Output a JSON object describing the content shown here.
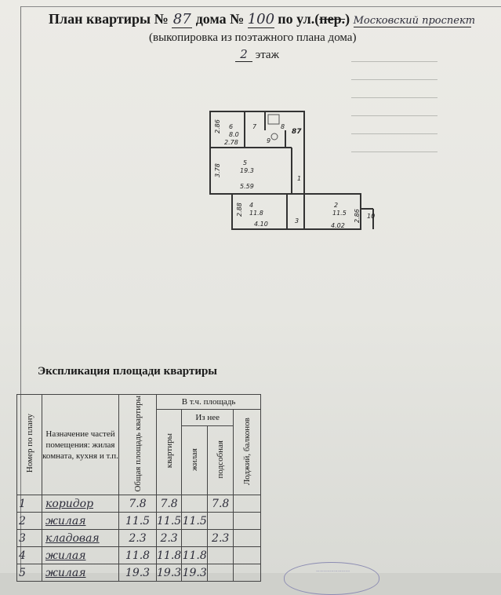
{
  "header": {
    "title_prefix": "План квартиры №",
    "apartment_number": "87",
    "house_label": "дома №",
    "house_number": "100",
    "street_label": "по ул.(",
    "struck_text": "пер.",
    "street_close": ")",
    "street_name": "Московский проспект",
    "subtitle": "(выкопировка из поэтажного плана дома)",
    "floor_number": "2",
    "floor_label": "этаж"
  },
  "plan": {
    "rooms": [
      {
        "num": "6",
        "area": "8.0",
        "dim": "2.78",
        "side": "2.86"
      },
      {
        "num": "7",
        "area": "",
        "dim": "",
        "side": ""
      },
      {
        "num": "8",
        "area": "",
        "dim": "",
        "side": ""
      },
      {
        "num": "9",
        "area": "",
        "dim": "",
        "side": ""
      },
      {
        "num": "5",
        "area": "19.3",
        "dim": "5.59",
        "side": "3.78"
      },
      {
        "num": "1",
        "area": "",
        "dim": "",
        "side": ""
      },
      {
        "num": "4",
        "area": "11.8",
        "dim": "4.10",
        "side": "2.88"
      },
      {
        "num": "3",
        "area": "",
        "dim": "",
        "side": ""
      },
      {
        "num": "2",
        "area": "11.5",
        "dim": "4.02",
        "side": "2.86"
      },
      {
        "num": "10",
        "area": "",
        "dim": "",
        "side": ""
      }
    ],
    "apt_mark": "87"
  },
  "explication": {
    "title": "Экспликация площади квартиры",
    "col_number": "Номер по плану",
    "col_purpose": "Назначение частей помещения: жилая комната, кухня и т.п.",
    "col_total": "Общая площадь квартиры",
    "group_incl": "В т.ч. площадь",
    "col_apartments": "квартиры",
    "group_of_which": "Из нее",
    "col_living": "жилая",
    "col_auxiliary": "подсобная",
    "col_loggias": "Лоджий, балконов",
    "rows": [
      {
        "num": "1",
        "name": "коридор",
        "total": "7.8",
        "apt": "7.8",
        "living": "",
        "aux": "7.8",
        "loggia": ""
      },
      {
        "num": "2",
        "name": "жилая",
        "total": "11.5",
        "apt": "11.5",
        "living": "11.5",
        "aux": "",
        "loggia": ""
      },
      {
        "num": "3",
        "name": "кладовая",
        "total": "2.3",
        "apt": "2.3",
        "living": "",
        "aux": "2.3",
        "loggia": ""
      },
      {
        "num": "4",
        "name": "жилая",
        "total": "11.8",
        "apt": "11.8",
        "living": "11.8",
        "aux": "",
        "loggia": ""
      },
      {
        "num": "5",
        "name": "жилая",
        "total": "19.3",
        "apt": "19.3",
        "living": "19.3",
        "aux": "",
        "loggia": ""
      }
    ]
  }
}
